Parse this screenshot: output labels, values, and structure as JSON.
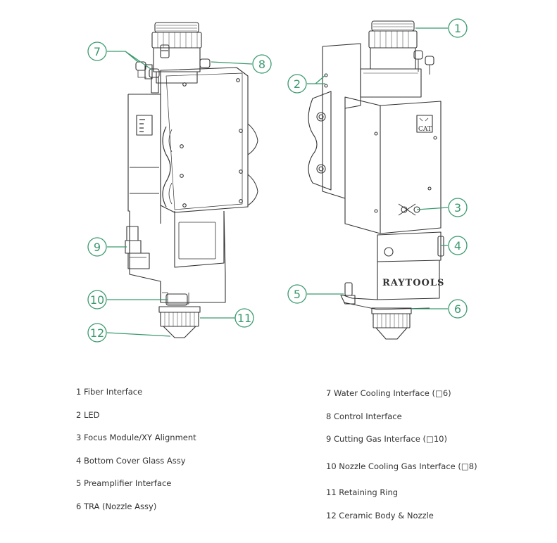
{
  "callouts": [
    "1",
    "2",
    "3",
    "4",
    "5",
    "6",
    "7",
    "8",
    "9",
    "10",
    "11",
    "12"
  ],
  "brand": "RAYTOOLS",
  "logo_text": "CAT",
  "legend": [
    "1 Fiber Interface",
    "2 LED",
    "3 Focus Module/XY Alignment",
    "4 Bottom Cover Glass Assy",
    "5 Preamplifier Interface",
    "6 TRA (Nozzle Assy)",
    "7 Water Cooling Interface (□6)",
    "8 Control Interface",
    "9 Cutting Gas Interface (□10)",
    "10 Nozzle Cooling Gas Interface (□8)",
    "11 Retaining Ring",
    "12 Ceramic Body & Nozzle"
  ],
  "colors": {
    "callout": "#3a9a6e",
    "line": "#333333"
  }
}
